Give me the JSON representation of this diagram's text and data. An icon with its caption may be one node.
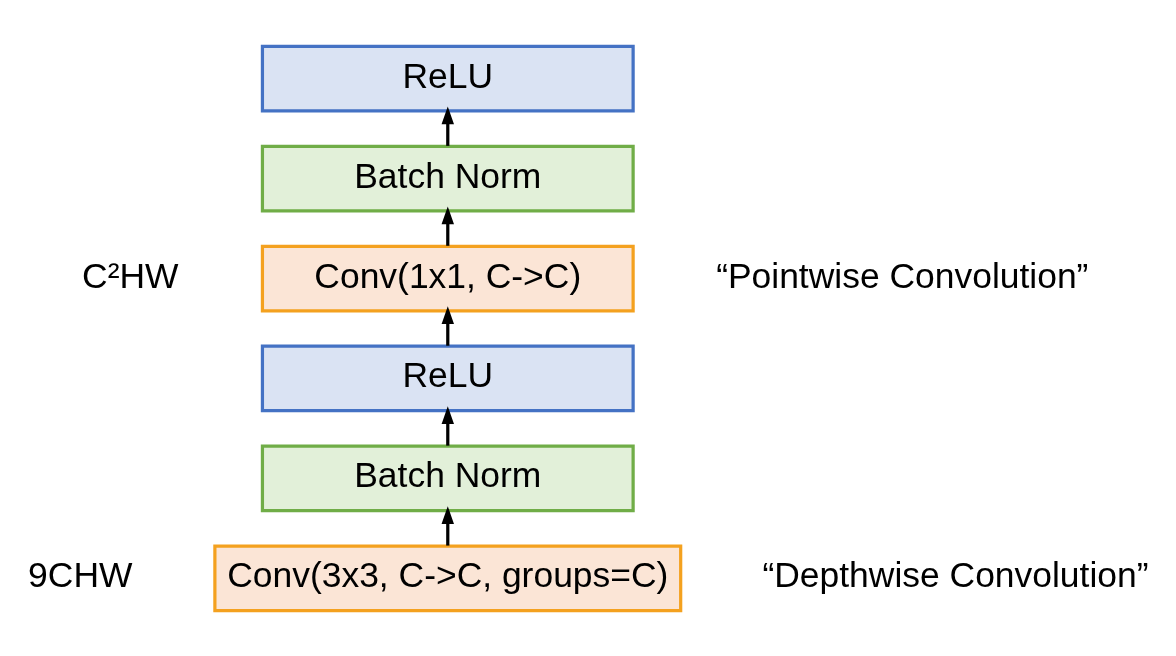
{
  "diagram": {
    "nodes": [
      {
        "text": [
          "ReLU"
        ]
      },
      {
        "text": [
          "Batch Norm"
        ]
      },
      {
        "text": [
          "Conv(1x1, C->C)"
        ],
        "beside": [
          "C²HW",
          "“Pointwise Convolution”"
        ]
      },
      {
        "text": [
          "ReLU"
        ]
      },
      {
        "text": [
          "Batch Norm"
        ]
      },
      {
        "text": [
          "Conv(3x3, C->C, groups=C)"
        ],
        "beside": [
          "9CHW",
          "“Depthwise Convolution”"
        ]
      }
    ],
    "edges": [
      {
        "from": 5,
        "to": 4,
        "arrow": "to"
      },
      {
        "from": 4,
        "to": 3,
        "arrow": "to"
      },
      {
        "from": 3,
        "to": 2,
        "arrow": "to"
      },
      {
        "from": 2,
        "to": 1,
        "arrow": "to"
      },
      {
        "from": 1,
        "to": 0,
        "arrow": "to"
      }
    ]
  }
}
